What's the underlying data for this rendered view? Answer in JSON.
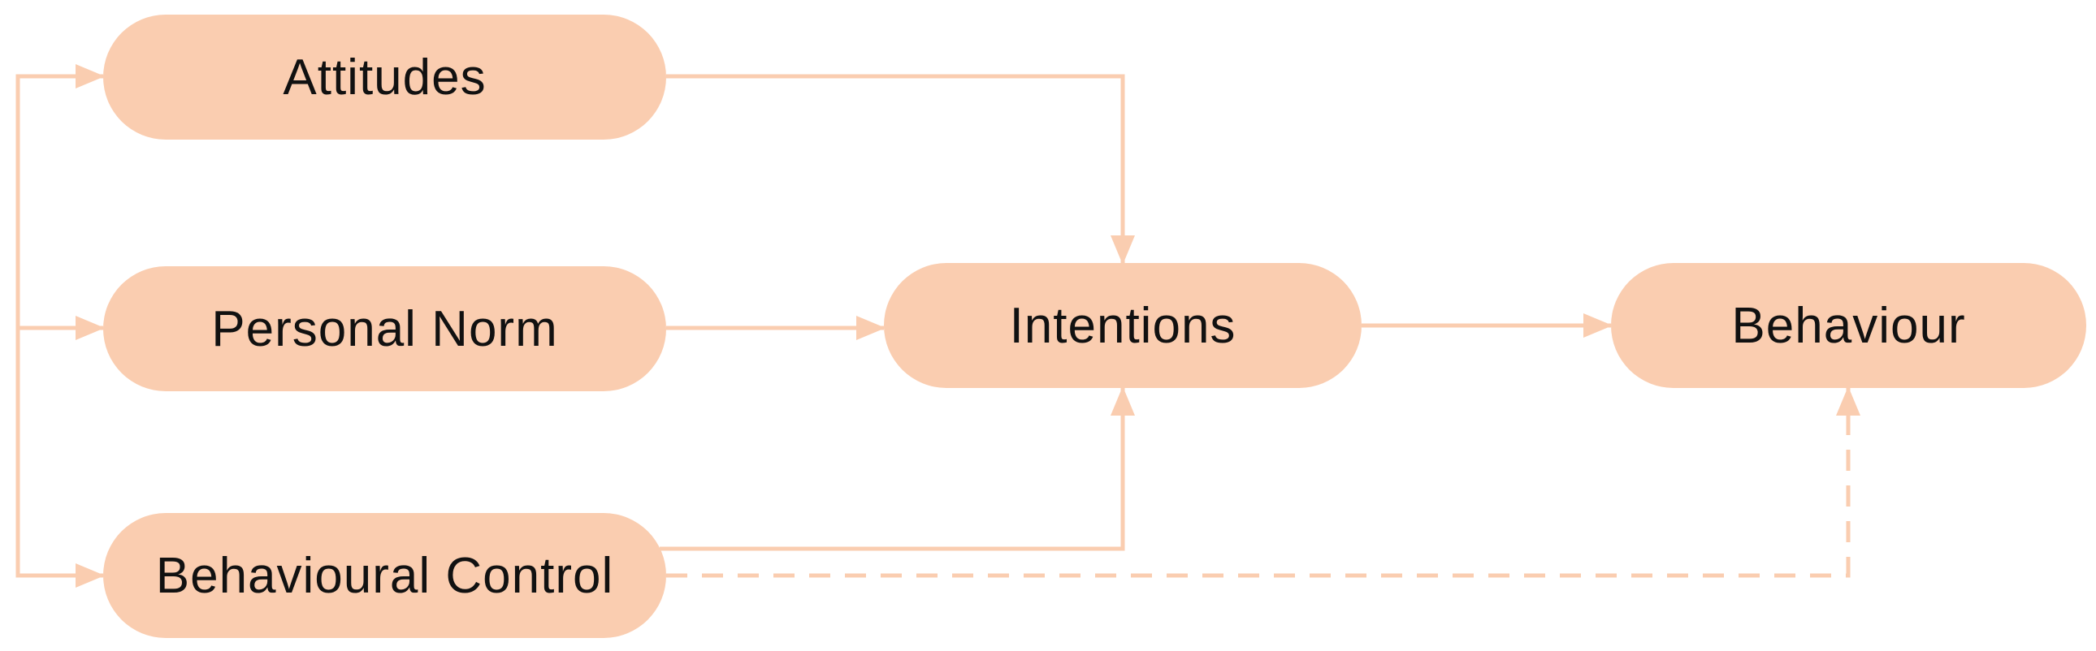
{
  "diagram": {
    "nodes": {
      "attitudes": "Attitudes",
      "personal_norm": "Personal Norm",
      "behavioural_control": "Behavioural Control",
      "intentions": "Intentions",
      "behaviour": "Behaviour"
    },
    "edges": [
      {
        "from": "attitudes",
        "to": "intentions",
        "style": "solid"
      },
      {
        "from": "personal_norm",
        "to": "intentions",
        "style": "solid"
      },
      {
        "from": "behavioural_control",
        "to": "intentions",
        "style": "solid"
      },
      {
        "from": "intentions",
        "to": "behaviour",
        "style": "solid"
      },
      {
        "from": "behavioural_control",
        "to": "behaviour",
        "style": "dashed"
      },
      {
        "from": "bracket",
        "to": "attitudes",
        "style": "solid"
      },
      {
        "from": "bracket",
        "to": "personal_norm",
        "style": "solid"
      },
      {
        "from": "bracket",
        "to": "behavioural_control",
        "style": "solid"
      }
    ],
    "colors": {
      "node_fill": "#facdb0",
      "connector": "#facdb0",
      "text": "#111111",
      "background": "#ffffff"
    }
  }
}
